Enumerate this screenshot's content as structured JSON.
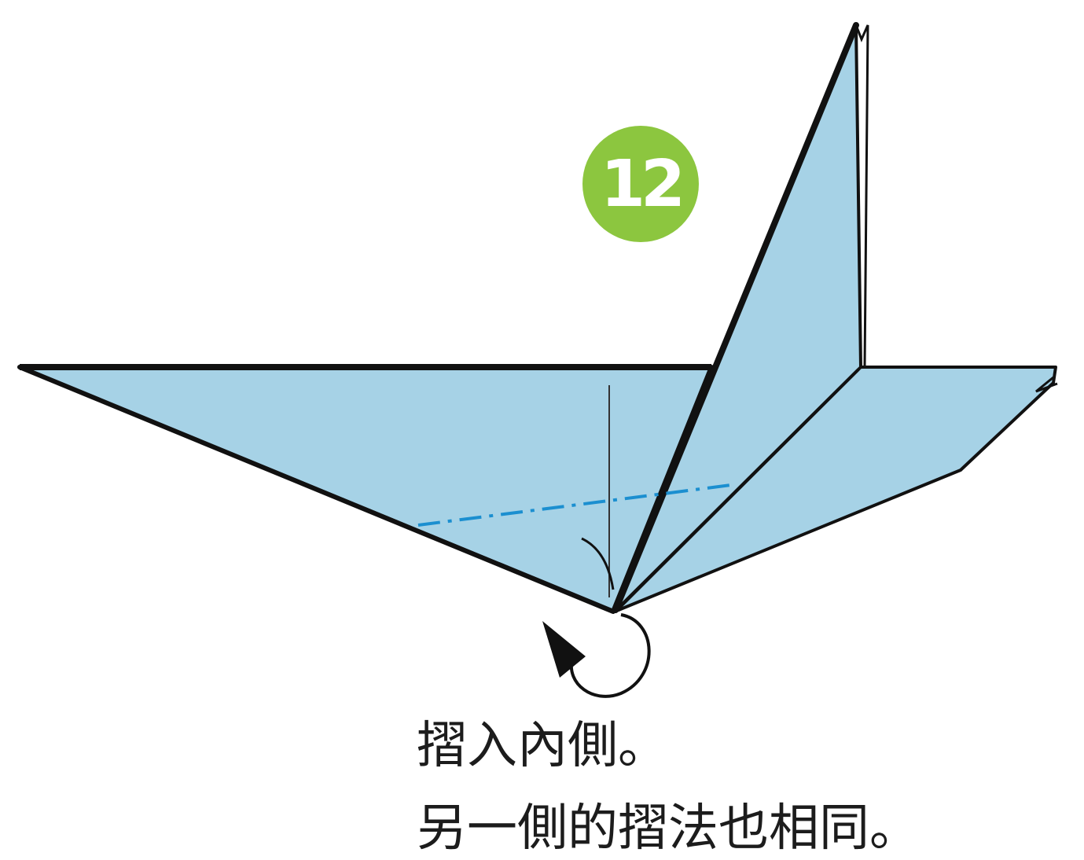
{
  "step": {
    "number": "12",
    "badge_color": "#8cc63f"
  },
  "paper": {
    "fill": "#a6d2e6",
    "edge_color": "#111111",
    "guide_line_color": "#1b8fd0"
  },
  "instructions": {
    "line1": "摺入內側。",
    "line2": "另一側的摺法也相同。"
  }
}
